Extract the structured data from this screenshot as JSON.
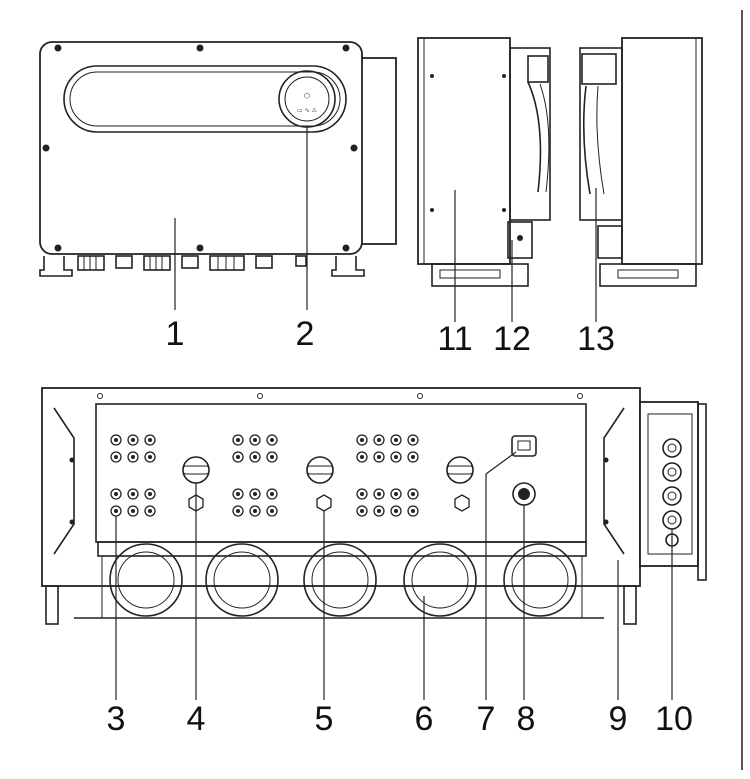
{
  "callouts": {
    "c1": "1",
    "c2": "2",
    "c3": "3",
    "c4": "4",
    "c5": "5",
    "c6": "6",
    "c7": "7",
    "c8": "8",
    "c9": "9",
    "c10": "10",
    "c11": "11",
    "c12": "12",
    "c13": "13"
  },
  "icons": [
    "mounting-screw-icon",
    "dc-switch-icon",
    "fan-icon",
    "pv-connector-icon",
    "ac-terminal-icon"
  ]
}
